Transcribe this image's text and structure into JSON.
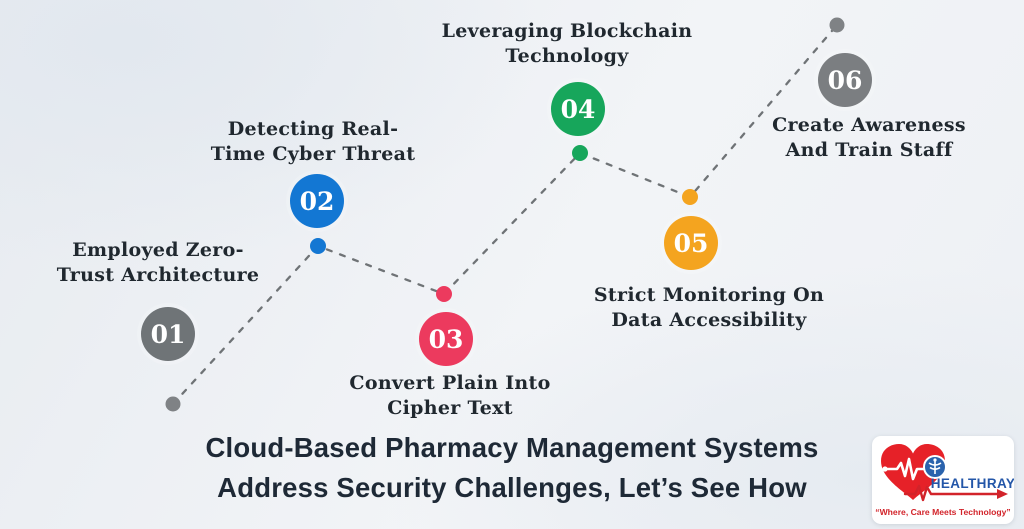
{
  "infographic": {
    "title_line1": "Cloud-Based Pharmacy Management Systems",
    "title_line2": "Address Security Challenges, Let’s See How",
    "title_color": "#1e2936"
  },
  "steps": [
    {
      "number": "01",
      "line1": "Employed Zero-",
      "line2": "Trust Architecture",
      "color": "#6f7477"
    },
    {
      "number": "02",
      "line1": "Detecting Real-",
      "line2": "Time Cyber Threat",
      "color": "#1377d3"
    },
    {
      "number": "03",
      "line1": "Convert Plain Into",
      "line2": "Cipher Text",
      "color": "#ec3a5e"
    },
    {
      "number": "04",
      "line1": "Leveraging Blockchain",
      "line2": "Technology",
      "color": "#17a65b"
    },
    {
      "number": "05",
      "line1": "Strict Monitoring On",
      "line2": "Data Accessibility",
      "color": "#f4a41f"
    },
    {
      "number": "06",
      "line1": "Create Awareness",
      "line2": "And Train Staff",
      "color": "#7b7e81"
    }
  ],
  "path": {
    "dash_color": "#6f7376",
    "start_dot_color": "#7f8285",
    "end_dot_color": "#7f8285"
  },
  "logo": {
    "brand": "HEALTHRAY",
    "tagline": "“Where, Care Meets Technology”",
    "brand_color": "#2356a8",
    "heart_color": "#e62128",
    "ekg_arrow_color": "#d2232a",
    "caduceus_bg_color": "#2a63ad"
  }
}
